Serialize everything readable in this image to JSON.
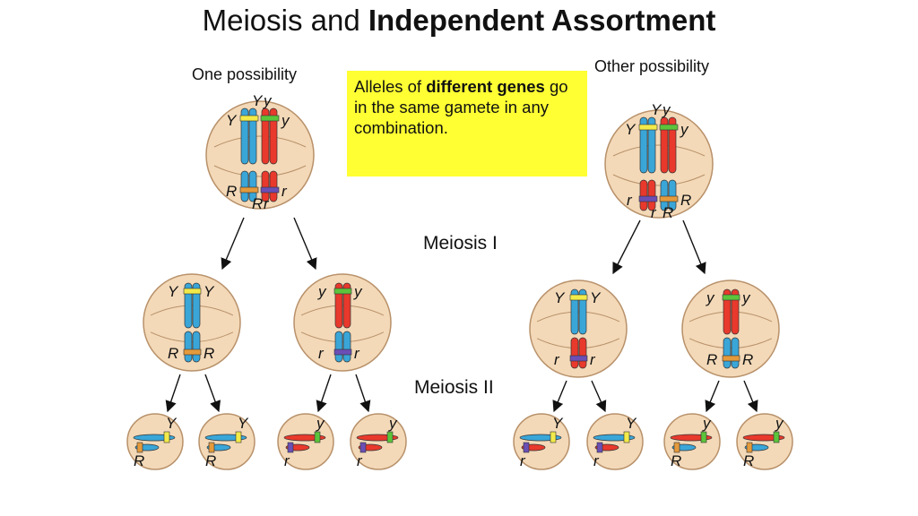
{
  "title": {
    "plain": "Meiosis and ",
    "bold": "Independent Assortment"
  },
  "note": {
    "pre": "Alleles of ",
    "bold": "different genes",
    "post": " go in the same gamete in any combination."
  },
  "labels": {
    "left": "One possibility",
    "right": "Other possibility",
    "meiosis1": "Meiosis I",
    "meiosis2": "Meiosis II"
  },
  "alleles": {
    "Y": "Y",
    "y": "y",
    "R": "R",
    "r": "r"
  },
  "colors": {
    "cell": "#f3d9b8",
    "cell_edge": "#b8916a",
    "chrom_blue": "#3aa6d8",
    "chrom_red": "#e8392c",
    "gene_yellow": "#f2ea4a",
    "gene_green": "#5cc43c",
    "gene_orange": "#e49a3c",
    "gene_purple": "#6a4fb5"
  }
}
